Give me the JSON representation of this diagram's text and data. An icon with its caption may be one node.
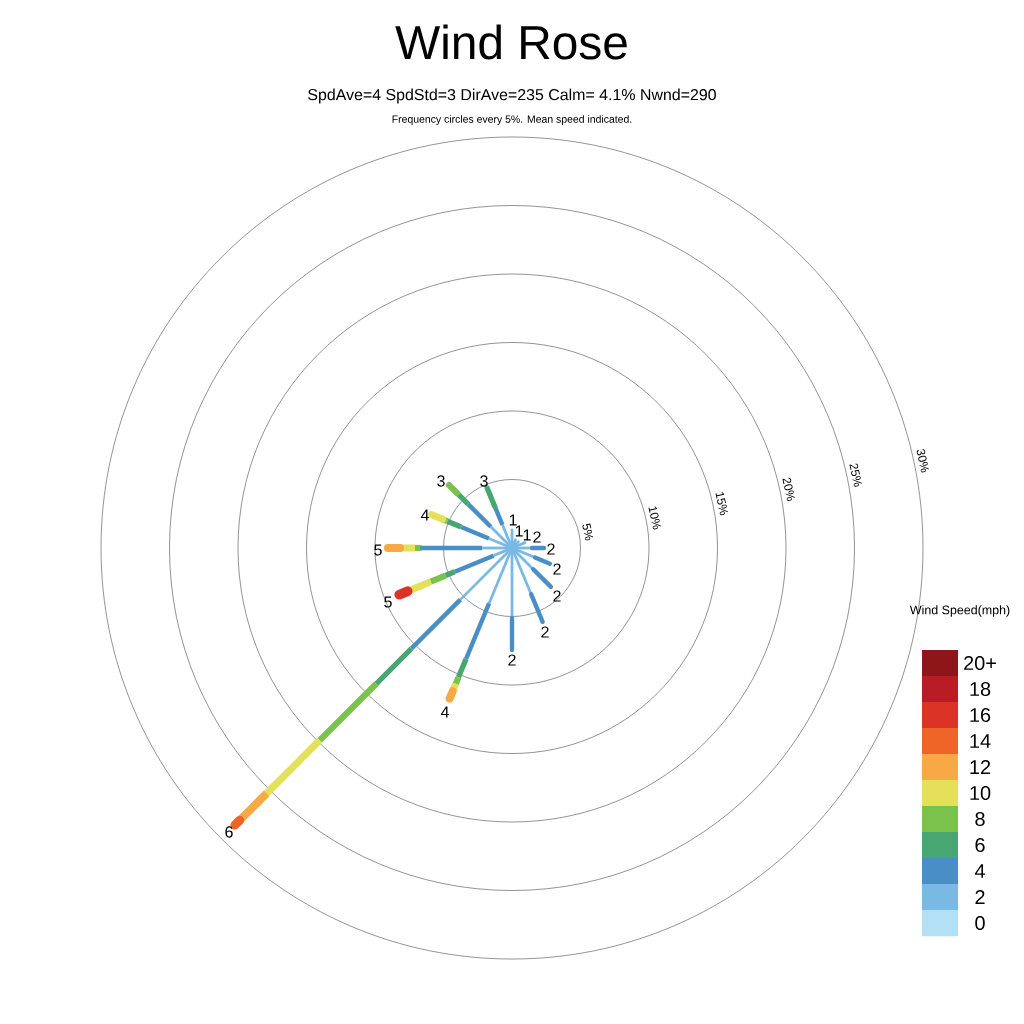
{
  "diagram": {
    "title": "Wind Rose",
    "labels": [
      "SpdAve=4  SpdStd=3  DirAve=235   Calm= 4.1%  Nwnd=290",
      "Frequency circles every 5%. Mean speed indicated.",
      "1",
      "1",
      "1",
      "2",
      "2",
      "2",
      "2",
      "2",
      "2",
      "4",
      "6",
      "5",
      "5",
      "4",
      "3",
      "3",
      "5%",
      "10%",
      "15%",
      "20%",
      "25%",
      "30%",
      "Wind Speed(mph)"
    ],
    "legend": [
      {
        "text": "20+",
        "color": "#8e161a"
      },
      {
        "text": "18",
        "color": "#b91c24"
      },
      {
        "text": "16",
        "color": "#dc3327"
      },
      {
        "text": "14",
        "color": "#ef6429"
      },
      {
        "text": "12",
        "color": "#f6a945"
      },
      {
        "text": "10",
        "color": "#e5e05a"
      },
      {
        "text": "8",
        "color": "#7bc24c"
      },
      {
        "text": "6",
        "color": "#48a673"
      },
      {
        "text": "4",
        "color": "#4a8ec6"
      },
      {
        "text": "2",
        "color": "#7ab9e3"
      },
      {
        "text": "0",
        "color": "#b3e0f5"
      }
    ]
  }
}
